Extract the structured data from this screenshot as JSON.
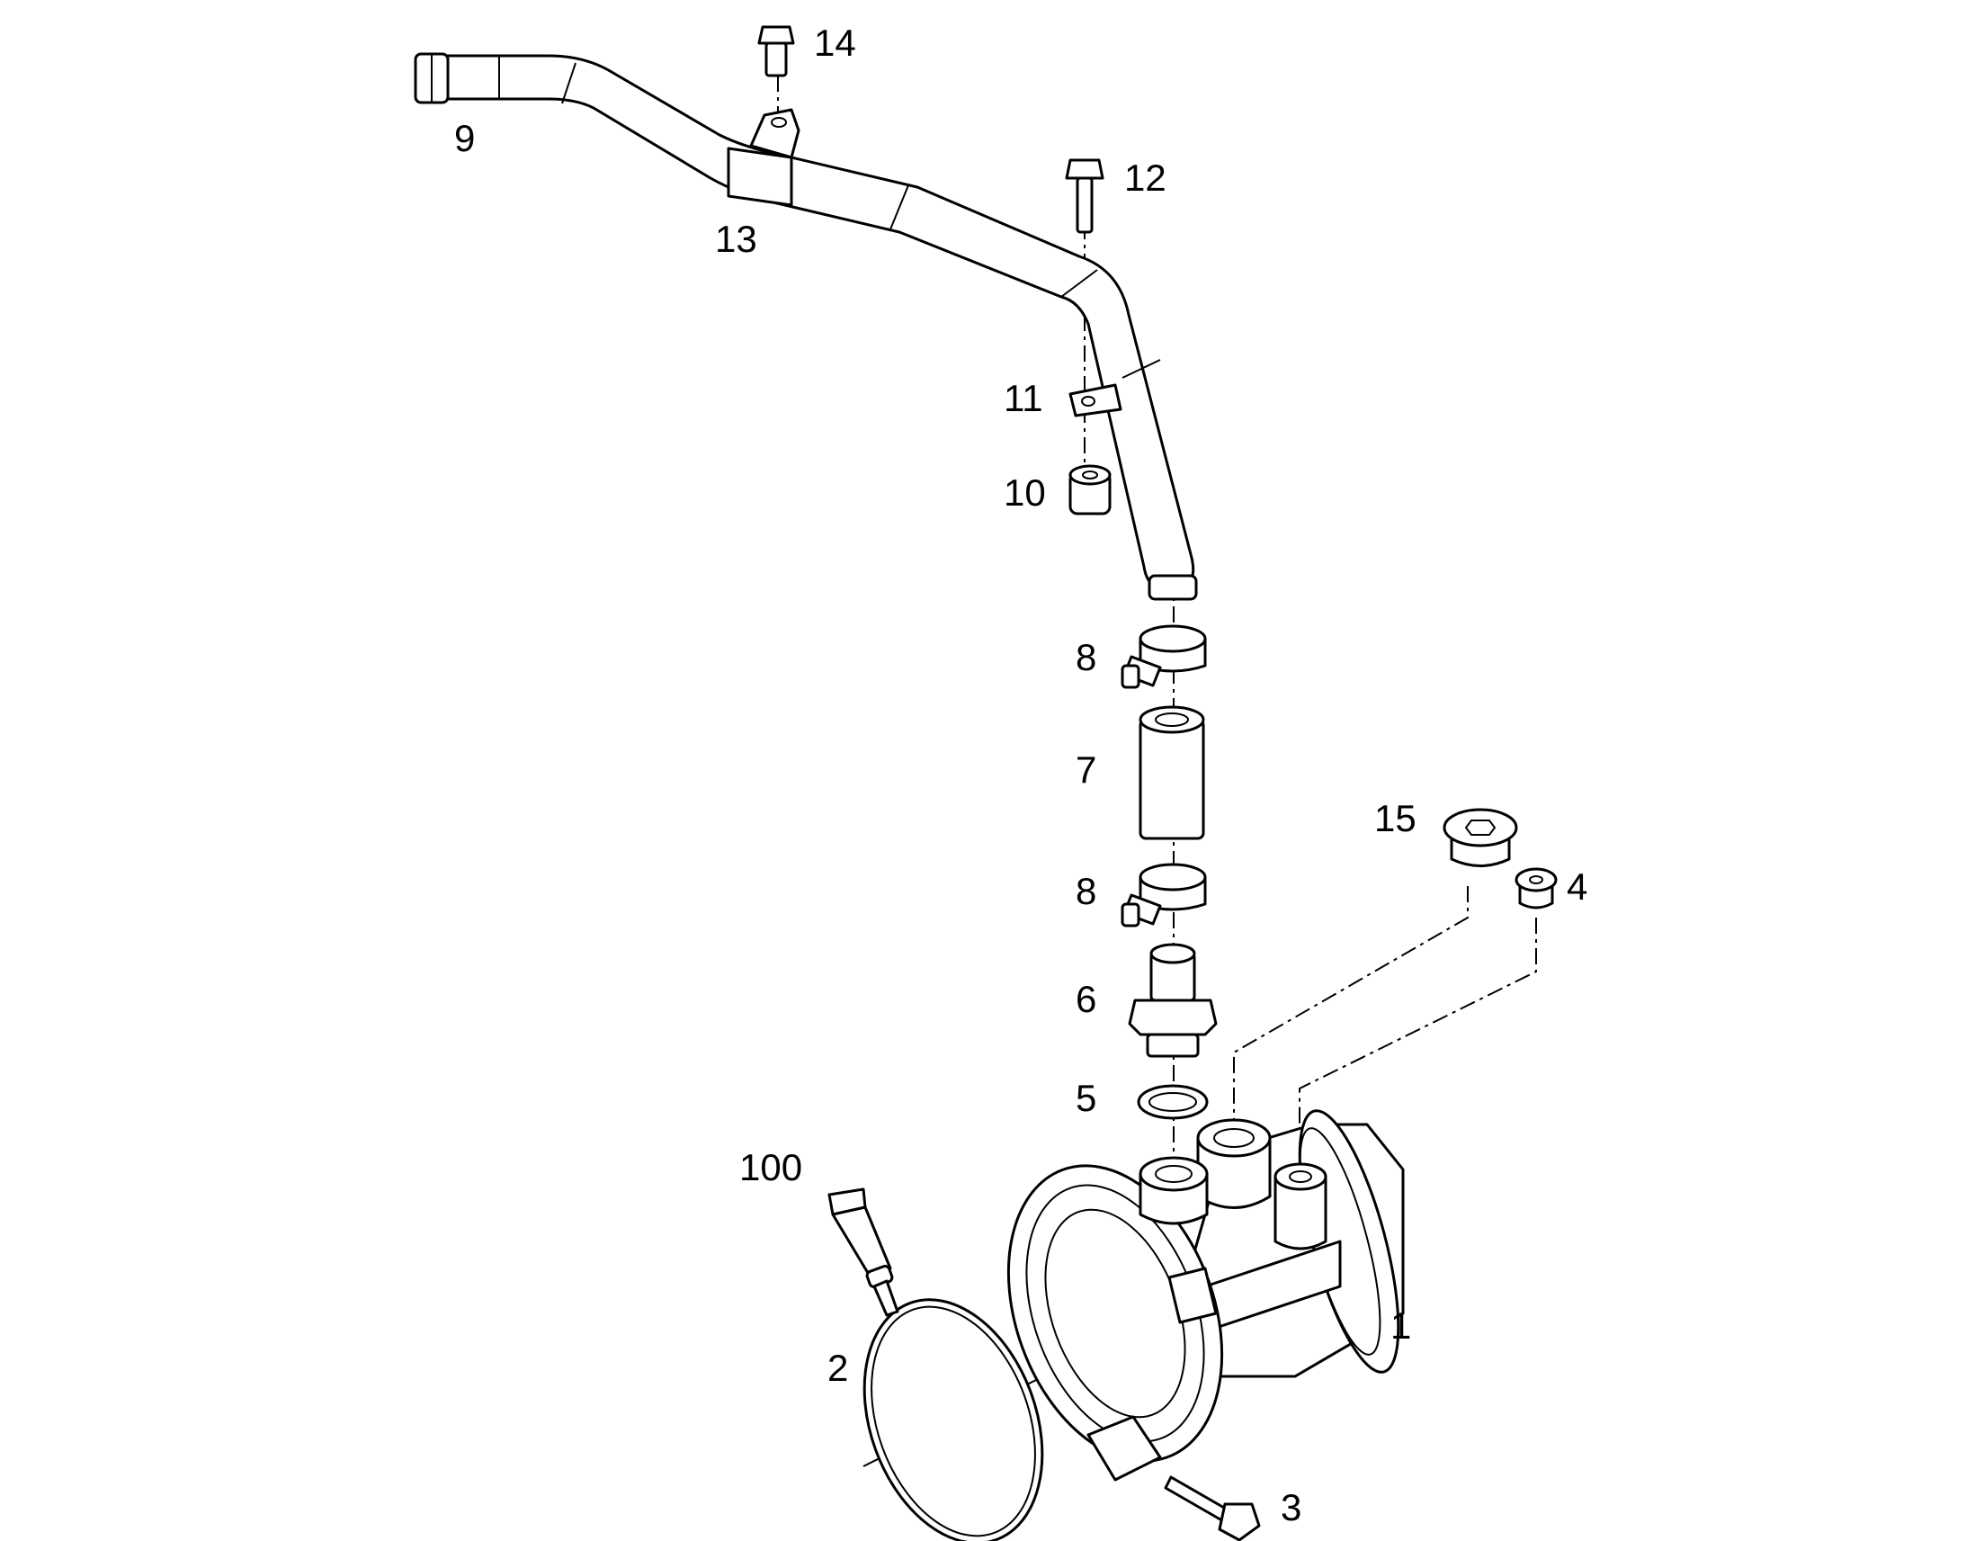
{
  "diagram": {
    "callouts": [
      {
        "id": "c1",
        "text": "1"
      },
      {
        "id": "c2",
        "text": "2"
      },
      {
        "id": "c3",
        "text": "3"
      },
      {
        "id": "c4",
        "text": "4"
      },
      {
        "id": "c5",
        "text": "5"
      },
      {
        "id": "c6",
        "text": "6"
      },
      {
        "id": "c7",
        "text": "7"
      },
      {
        "id": "c8a",
        "text": "8"
      },
      {
        "id": "c8b",
        "text": "8"
      },
      {
        "id": "c9",
        "text": "9"
      },
      {
        "id": "c10",
        "text": "10"
      },
      {
        "id": "c11",
        "text": "11"
      },
      {
        "id": "c12",
        "text": "12"
      },
      {
        "id": "c13",
        "text": "13"
      },
      {
        "id": "c14",
        "text": "14"
      },
      {
        "id": "c15",
        "text": "15"
      },
      {
        "id": "c100",
        "text": "100"
      }
    ]
  },
  "colors": {
    "line": "#000000",
    "background": "#ffffff"
  }
}
